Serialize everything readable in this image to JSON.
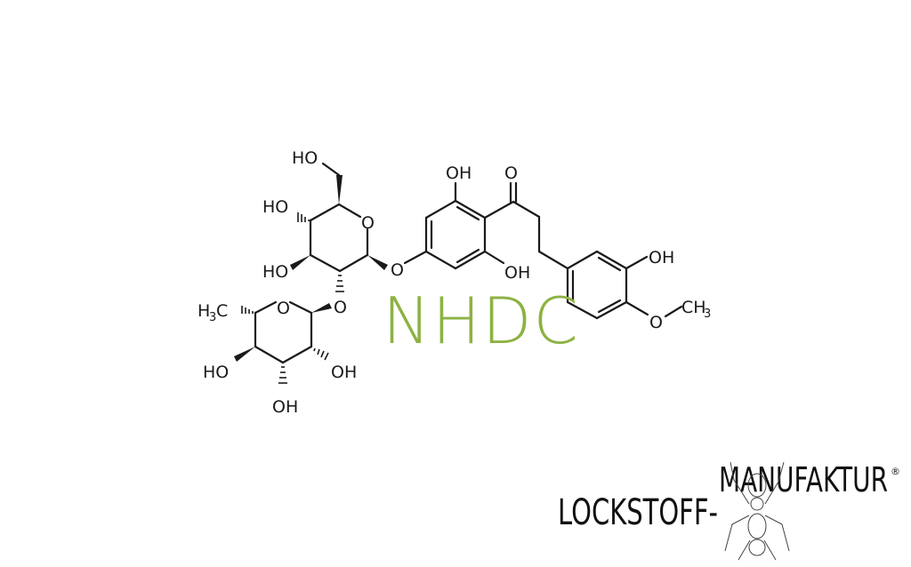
{
  "molecule": {
    "name": "NHDC",
    "name_color": "#8db243",
    "labels": {
      "ch2oh": "HO",
      "glc_c4_oh": "HO",
      "glc_c3_oh": "HO",
      "glc_ring_o": "O",
      "glycosidic_o_aryl": "O",
      "glycosidic_o_rha": "O",
      "rha_methyl": "H",
      "rha_methyl_sub": "3",
      "rha_methyl_c": "C",
      "rha_ring_o": "O",
      "rha_c4_oh": "HO",
      "rha_c3_oh": "OH",
      "rha_c2_oh": "OH",
      "aryl_oh_top": "OH",
      "aryl_oh_bottom": "OH",
      "ketone_o": "O",
      "phenol_oh": "OH",
      "methoxy_o": "O",
      "methoxy_ch": "CH",
      "methoxy_sub": "3"
    }
  },
  "logo": {
    "word1": "LOCKSTOFF-",
    "word2": "MANUFAKTUR",
    "registered": "®"
  }
}
